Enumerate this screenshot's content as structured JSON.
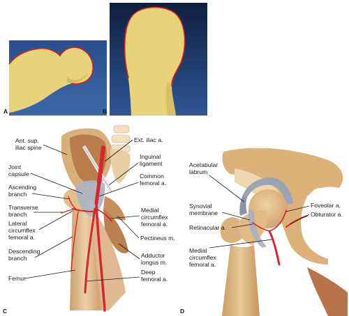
{
  "panels": {
    "a": {
      "letter": "A"
    },
    "b": {
      "letter": "B"
    },
    "c": {
      "letter": "C"
    },
    "d": {
      "letter": "D"
    }
  },
  "labels_c": {
    "ant_sup_iliac_spine": [
      "Ant. sup.",
      "iliac spine"
    ],
    "joint_capsule": [
      "Joint",
      "capsule"
    ],
    "ascending_branch": [
      "Ascending",
      "branch"
    ],
    "transverse_branch": [
      "Transverse",
      "branch"
    ],
    "lateral_circumflex": [
      "Lateral",
      "circumflex",
      "femoral a."
    ],
    "descending_branch": [
      "Descending",
      "branch"
    ],
    "femur": [
      "Femur"
    ],
    "ext_iliac": [
      "Ext. iliac a."
    ],
    "inguinal_ligament": [
      "Inguinal",
      "ligament"
    ],
    "common_femoral": [
      "Common",
      "femoral a."
    ],
    "medial_circumflex": [
      "Medial",
      "circumflex",
      "femoral a."
    ],
    "pectineus": [
      "Pectineus m."
    ],
    "adductor_longus": [
      "Adductor",
      "longus m."
    ],
    "deep_femoral": [
      "Deep",
      "femoral a."
    ]
  },
  "labels_d": {
    "acetabular_labrum": [
      "Acetabular",
      "labrum"
    ],
    "synovial_membrane": [
      "Synovial",
      "membrane"
    ],
    "retinacular": [
      "Retinacular a."
    ],
    "medial_circumflex": [
      "Medial",
      "circumflex",
      "femoral a."
    ],
    "foveolar": [
      "Foveolar a."
    ],
    "obturator": [
      "Obturator a."
    ]
  },
  "colors": {
    "bone_model": "#e8d27a",
    "outline_red": "#d42020",
    "photo_bg": "#2a4f8c",
    "artery": "#d8262a",
    "bone": "#e5c394",
    "capsule": "#aab3c2"
  }
}
